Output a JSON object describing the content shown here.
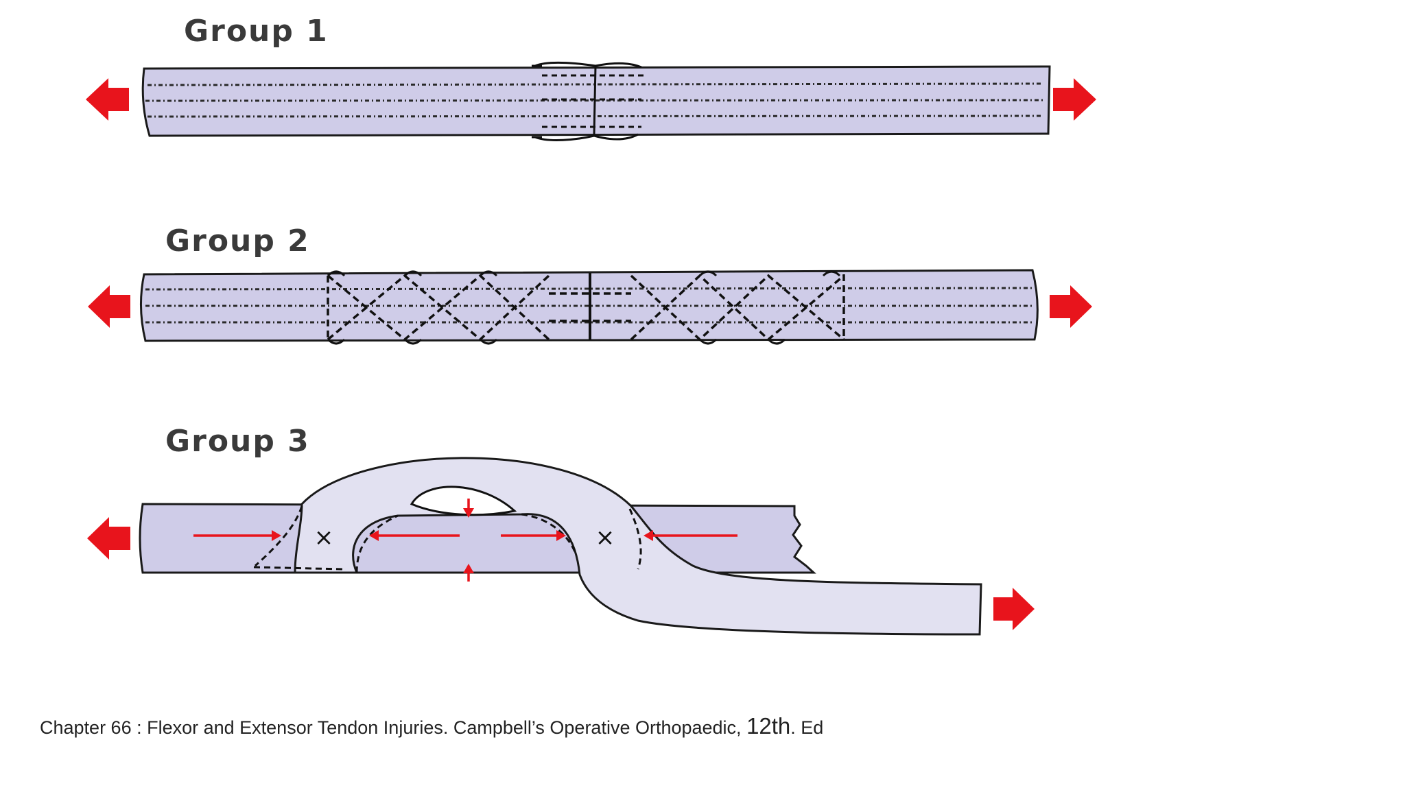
{
  "groups": [
    {
      "title": "Group 1"
    },
    {
      "title": "Group 2"
    },
    {
      "title": "Group 3"
    }
  ],
  "group3": {
    "marker": "×"
  },
  "caption": {
    "main": "Chapter 66 :  Flexor and Extensor Tendon Injuries.  Campbell’s Operative Orthopaedic, ",
    "edition": "12th",
    "suffix": ". Ed"
  },
  "colors": {
    "tendon": "#cfcce8",
    "tendon_light": "#e2e1f1",
    "arrow": "#e8141c",
    "outline": "#1a1a1a"
  }
}
